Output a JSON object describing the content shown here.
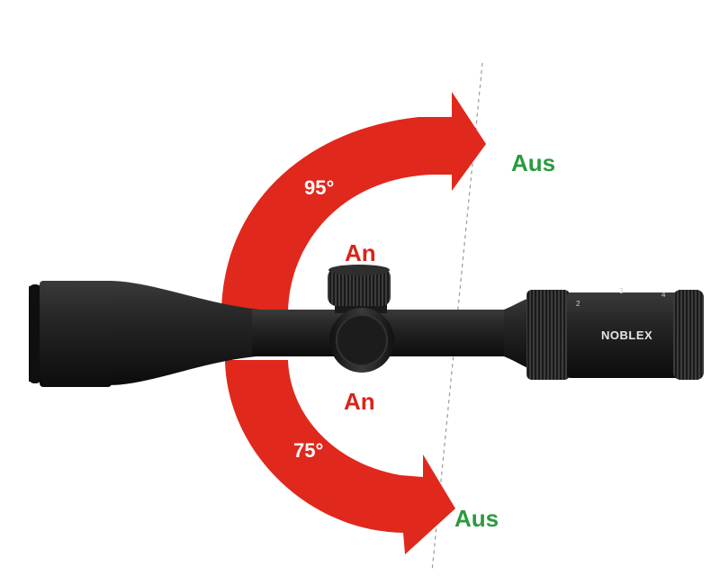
{
  "diagram": {
    "upper_arc": {
      "angle_label": "95°",
      "start_label": "An",
      "end_label": "Aus"
    },
    "lower_arc": {
      "angle_label": "75°",
      "start_label": "An",
      "end_label": "Aus"
    },
    "scope": {
      "brand": "NOBLEX",
      "eyepiece_marks": [
        "2",
        "3",
        "4"
      ]
    }
  },
  "colors": {
    "arrow": "#e0281c",
    "on_label": "#d7261b",
    "off_label": "#2b9a3f",
    "scope_body": "#1b1b1b"
  }
}
